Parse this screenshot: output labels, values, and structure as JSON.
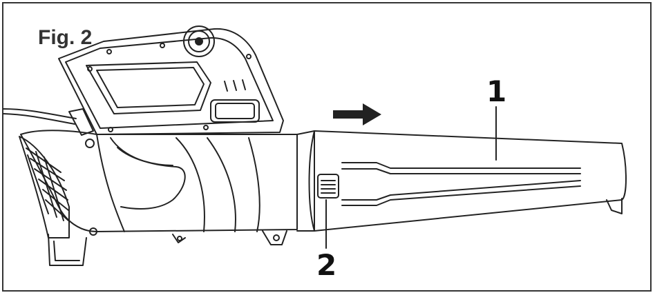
{
  "figure": {
    "title": "Fig. 2",
    "callouts": [
      {
        "label": "1"
      },
      {
        "label": "2"
      }
    ]
  }
}
